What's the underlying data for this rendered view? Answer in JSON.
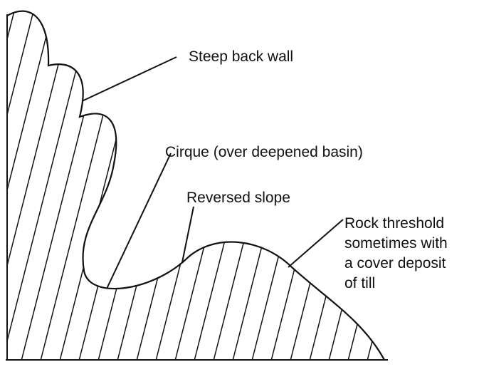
{
  "labels": {
    "back_wall": "Steep back wall",
    "cirque": "Cirque (over deepened basin)",
    "reversed_slope": "Reversed slope",
    "threshold": [
      "Rock threshold",
      "sometimes with",
      "a cover deposit",
      "of till"
    ]
  },
  "style": {
    "stroke": "#111111",
    "background": "#ffffff"
  }
}
